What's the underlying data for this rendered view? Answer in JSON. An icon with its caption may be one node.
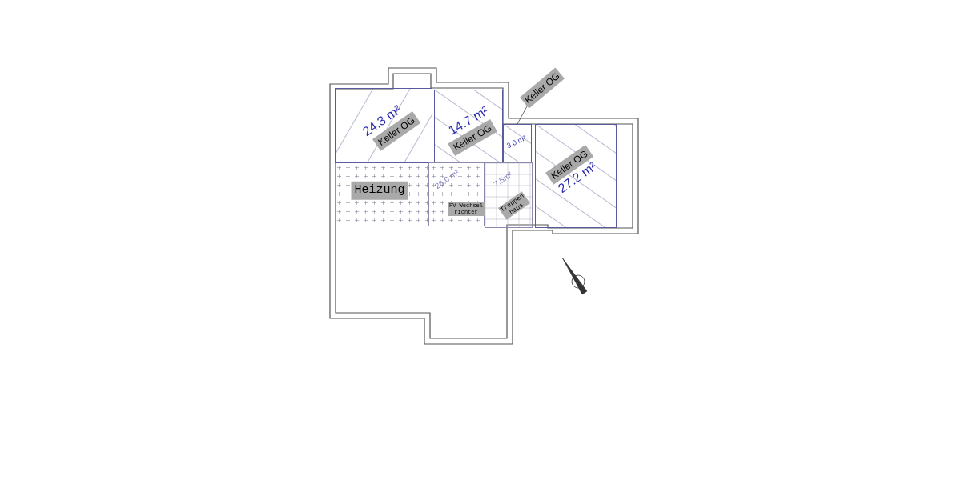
{
  "diagram": {
    "nodes": [
      {
        "text": [
          "24.3 m²",
          "Keller OG"
        ]
      },
      {
        "text": [
          "14.7 m²",
          "Keller OG"
        ]
      },
      {
        "text": [
          "3.0 m²"
        ]
      },
      {
        "text": [
          "Keller OG"
        ]
      },
      {
        "text": [
          "Keller OG",
          "27.2 m²"
        ]
      },
      {
        "text": [
          "Heizung"
        ]
      },
      {
        "text": [
          "26.0 m²"
        ]
      },
      {
        "text": [
          "PV-Wechsel richter"
        ],
        "in": 6
      },
      {
        "text": [
          "7.5m²",
          "Treppen haus"
        ]
      }
    ],
    "edges": [
      {
        "from": 3,
        "to": 2,
        "arrow": "none"
      }
    ]
  }
}
